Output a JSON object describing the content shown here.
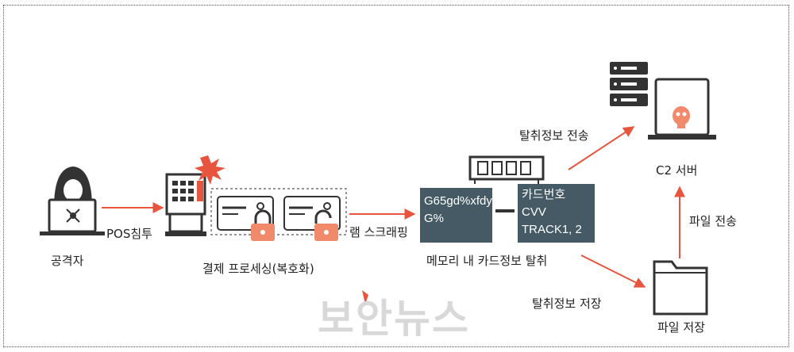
{
  "labels": {
    "attacker": "공격자",
    "pos_intrusion": "POS침투",
    "payment_processing": "결제 프로세싱(복호화)",
    "ram_scraping": "램 스크래핑",
    "memory_theft": "메모리 내 카드정보 탈취",
    "exfil_send": "탈취정보 전송",
    "c2_server": "C2 서버",
    "file_send": "파일 전송",
    "exfil_store": "탈취정보 저장",
    "file_store": "파일 저장"
  },
  "memory_panel": {
    "left_line1": "G65gd%xfdy",
    "left_line2": "G%",
    "right_line1": "카드번호",
    "right_line2": "CVV",
    "right_line3": "TRACK1, 2"
  },
  "watermark": "보안뉴스",
  "colors": {
    "arrow": "#e8553f",
    "panel": "#455a64",
    "lock": "#f08a6a"
  }
}
